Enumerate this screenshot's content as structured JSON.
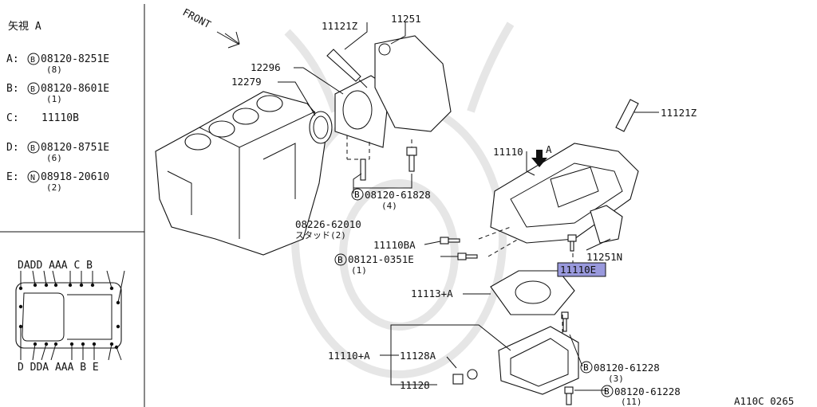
{
  "view": {
    "title": "矢視 A",
    "entries": [
      {
        "key": "A",
        "prefix": "B",
        "part": "08120-8251E",
        "qty": "(8)"
      },
      {
        "key": "B",
        "prefix": "B",
        "part": "08120-8601E",
        "qty": "(1)"
      },
      {
        "key": "C",
        "prefix": "",
        "part": "11110B",
        "qty": ""
      },
      {
        "key": "D",
        "prefix": "B",
        "part": "08120-8751E",
        "qty": "(6)"
      },
      {
        "key": "E",
        "prefix": "N",
        "part": "08918-20610",
        "qty": "(2)"
      }
    ],
    "top_letters": "DADD AAA C B",
    "bottom_letters": "D DDA AAA B E"
  },
  "front_label": "FRONT",
  "arrow_label": "A",
  "callouts": {
    "c11121z_top": "11121Z",
    "c11251": "11251",
    "c12296": "12296",
    "c12279": "12279",
    "c11121z_right": "11121Z",
    "c11110": "11110",
    "c61828_part": "08120-61828",
    "c61828_qty": "(4)",
    "c62010_part": "08226-62010",
    "c62010_sub": "スタッド(2)",
    "c11110ba": "11110BA",
    "c0351_part": "08121-0351E",
    "c0351_qty": "(1)",
    "c11251n": "11251N",
    "c11110e": "11110E",
    "c11113": "11113+A",
    "c11110a": "11110+A",
    "c11128a": "11128A",
    "c11128": "11128",
    "c61228a_part": "08120-61228",
    "c61228a_qty": "(3)",
    "c61228b_part": "08120-61228",
    "c61228b_qty": "(11)",
    "ref": "A110C 0265"
  },
  "colors": {
    "highlight": "#9999dd",
    "line": "#111111",
    "watermark": "#e6e6e6"
  }
}
